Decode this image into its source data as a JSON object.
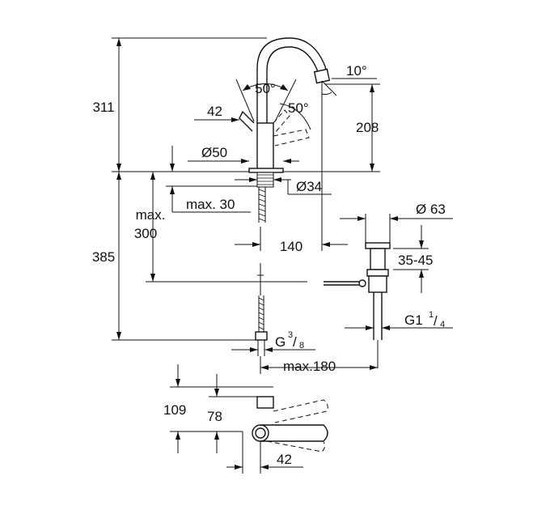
{
  "dimensions": {
    "height_total_top": "311",
    "angle_top": "50°",
    "angle_side": "50°",
    "angle_spout": "10°",
    "handle_offset": "42",
    "spout_height": "208",
    "base_diameter": "Ø50",
    "hole_diameter": "Ø34",
    "max_thickness": "max. 30",
    "max_label": "max.",
    "max_value": "300",
    "height_total_bottom": "385",
    "spout_reach": "140",
    "drain_diameter": "Ø 63",
    "drain_range": "35-45",
    "connection_label": "G",
    "connection_sup": "3",
    "connection_sub": "8",
    "drain_thread_label": "G1",
    "drain_thread_sup": "1",
    "drain_thread_sub": "4",
    "max_reach": "max.180",
    "top_view_height": "109",
    "top_view_inner": "78",
    "top_view_width": "42"
  }
}
